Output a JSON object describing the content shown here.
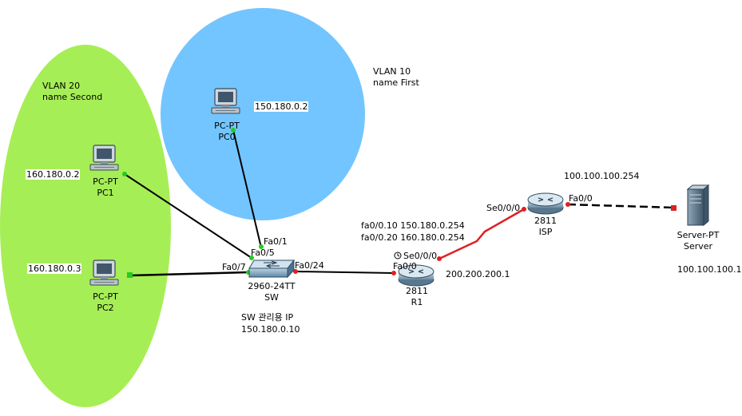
{
  "vlans": [
    {
      "id": "vlan20",
      "title": "VLAN 20",
      "name": "name Second",
      "color": "#a6ee56"
    },
    {
      "id": "vlan10",
      "title": "VLAN 10",
      "name": "name First",
      "color": "#73c5ff"
    }
  ],
  "devices": {
    "pc0": {
      "type": "PC-PT",
      "name": "PC0",
      "ip": "150.180.0.2"
    },
    "pc1": {
      "type": "PC-PT",
      "name": "PC1",
      "ip": "160.180.0.2"
    },
    "pc2": {
      "type": "PC-PT",
      "name": "PC2",
      "ip": "160.180.0.3"
    },
    "sw": {
      "model": "2960-24TT",
      "name": "SW",
      "mgmt_label": "SW 관리용 IP",
      "mgmt_ip": "150.180.0.10"
    },
    "r1": {
      "model": "2811",
      "name": "R1",
      "sub1": "fa0/0.10 150.180.0.254",
      "sub2": "fa0/0.20 160.180.0.254",
      "serial_ip": "200.200.200.1"
    },
    "isp": {
      "model": "2811",
      "name": "ISP",
      "fa_ip": "100.100.100.254"
    },
    "server": {
      "type": "Server-PT",
      "name": "Server",
      "ip": "100.100.100.1"
    }
  },
  "ports": {
    "sw_fa01": "Fa0/1",
    "sw_fa05": "Fa0/5",
    "sw_fa07": "Fa0/7",
    "sw_fa024": "Fa0/24",
    "r1_fa00": "Fa0/0",
    "r1_se000": "Se0/0/0",
    "isp_se000": "Se0/0/0",
    "isp_fa00": "Fa0/0"
  },
  "colors": {
    "link": "#000000",
    "serial": "#e02020",
    "up": "#22cc22",
    "down": "#e02020"
  }
}
